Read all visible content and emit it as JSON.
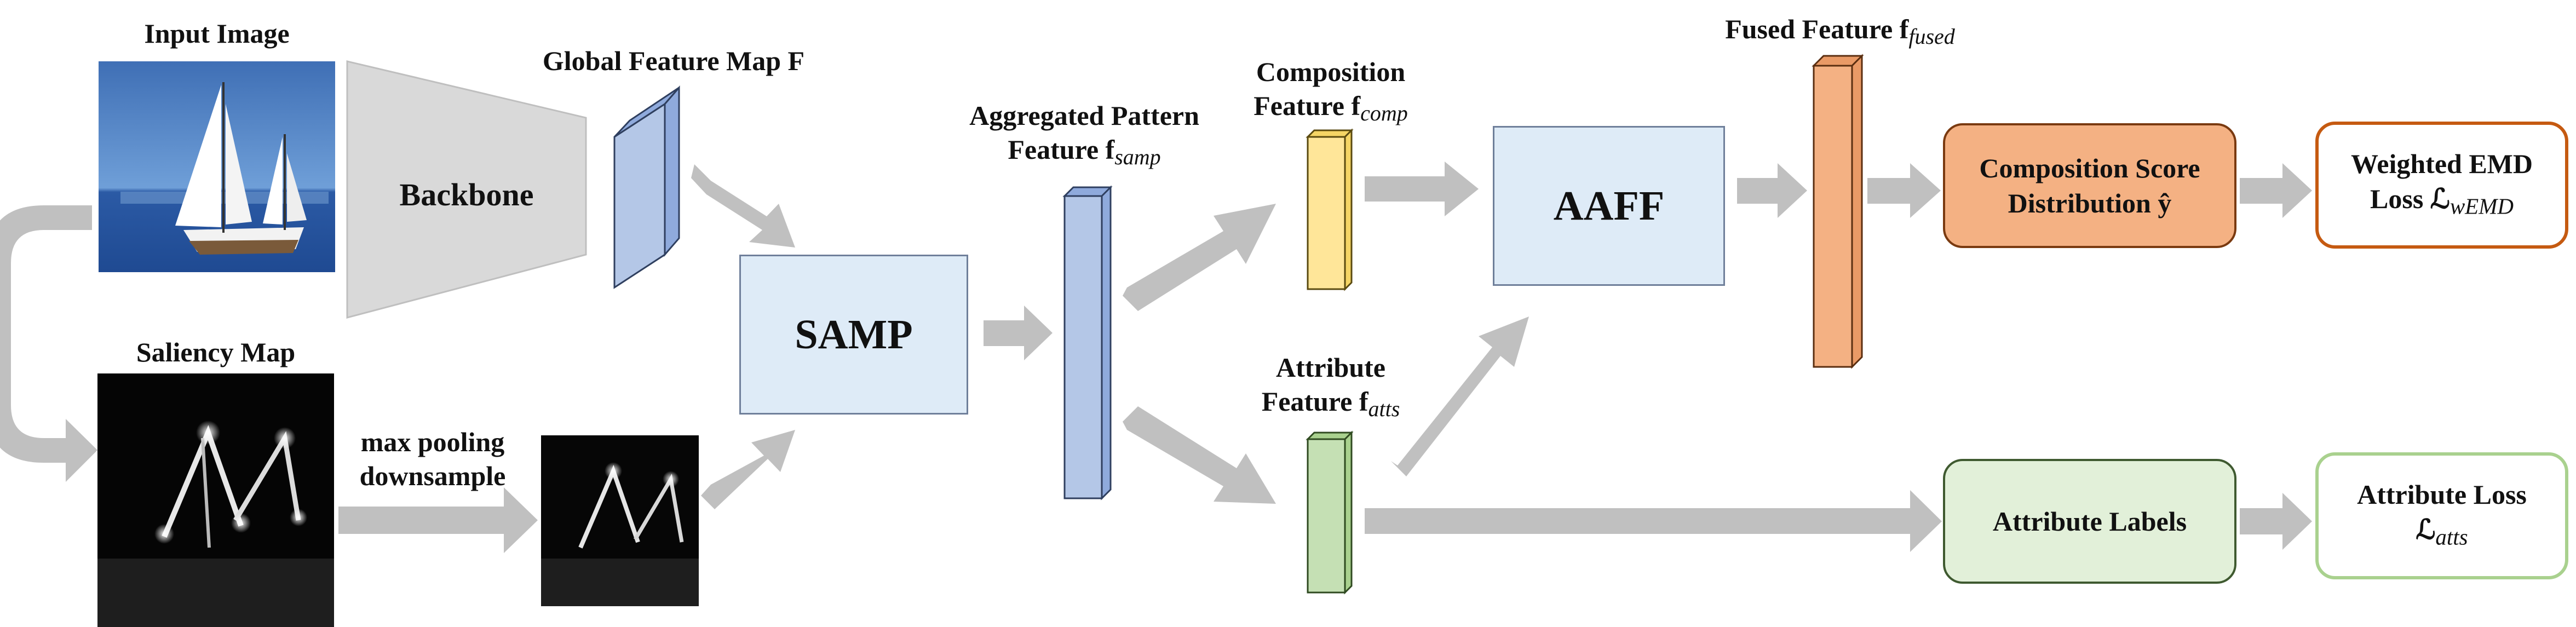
{
  "labels": {
    "input_image": "Input Image",
    "saliency_map": "Saliency Map",
    "backbone": "Backbone",
    "global_feature_map": "Global Feature Map F",
    "max_pooling_line1": "max pooling",
    "max_pooling_line2": "downsample",
    "samp": "SAMP",
    "aggregated_line1": "Aggregated Pattern",
    "aggregated_line2": "Feature f",
    "aggregated_sub": "samp",
    "composition_line1": "Composition",
    "composition_line2": "Feature f",
    "composition_sub": "comp",
    "attribute_line1": "Attribute",
    "attribute_line2": "Feature f",
    "attribute_sub": "atts",
    "aaff": "AAFF",
    "fused_main": "Fused Feature f",
    "fused_sub": "fused",
    "comp_score_line1": "Composition Score",
    "comp_score_line2": "Distribution ŷ",
    "weighted_emd_line1": "Weighted EMD",
    "weighted_emd_line2": "Loss ℒ",
    "weighted_emd_sub": "wEMD",
    "attribute_labels": "Attribute Labels",
    "attribute_loss_line1": "Attribute Loss",
    "attribute_loss_line2": "ℒ",
    "attribute_loss_sub": "atts"
  },
  "colors": {
    "arrow": "#c0c0c0",
    "backbone_fill": "#d9d9d9",
    "blue_block": "#b4c7e7",
    "blue_block_dark": "#8faadc",
    "yellow_block": "#ffe699",
    "green_block": "#c5e0b4",
    "orange_block": "#f4b183",
    "samp_fill": "#deebf7",
    "comp_score_fill": "#f4b183",
    "comp_score_border": "#c55a11",
    "emd_border": "#c55a11",
    "attr_labels_fill": "#e2f0d9",
    "attr_loss_border": "#a9d18e"
  }
}
